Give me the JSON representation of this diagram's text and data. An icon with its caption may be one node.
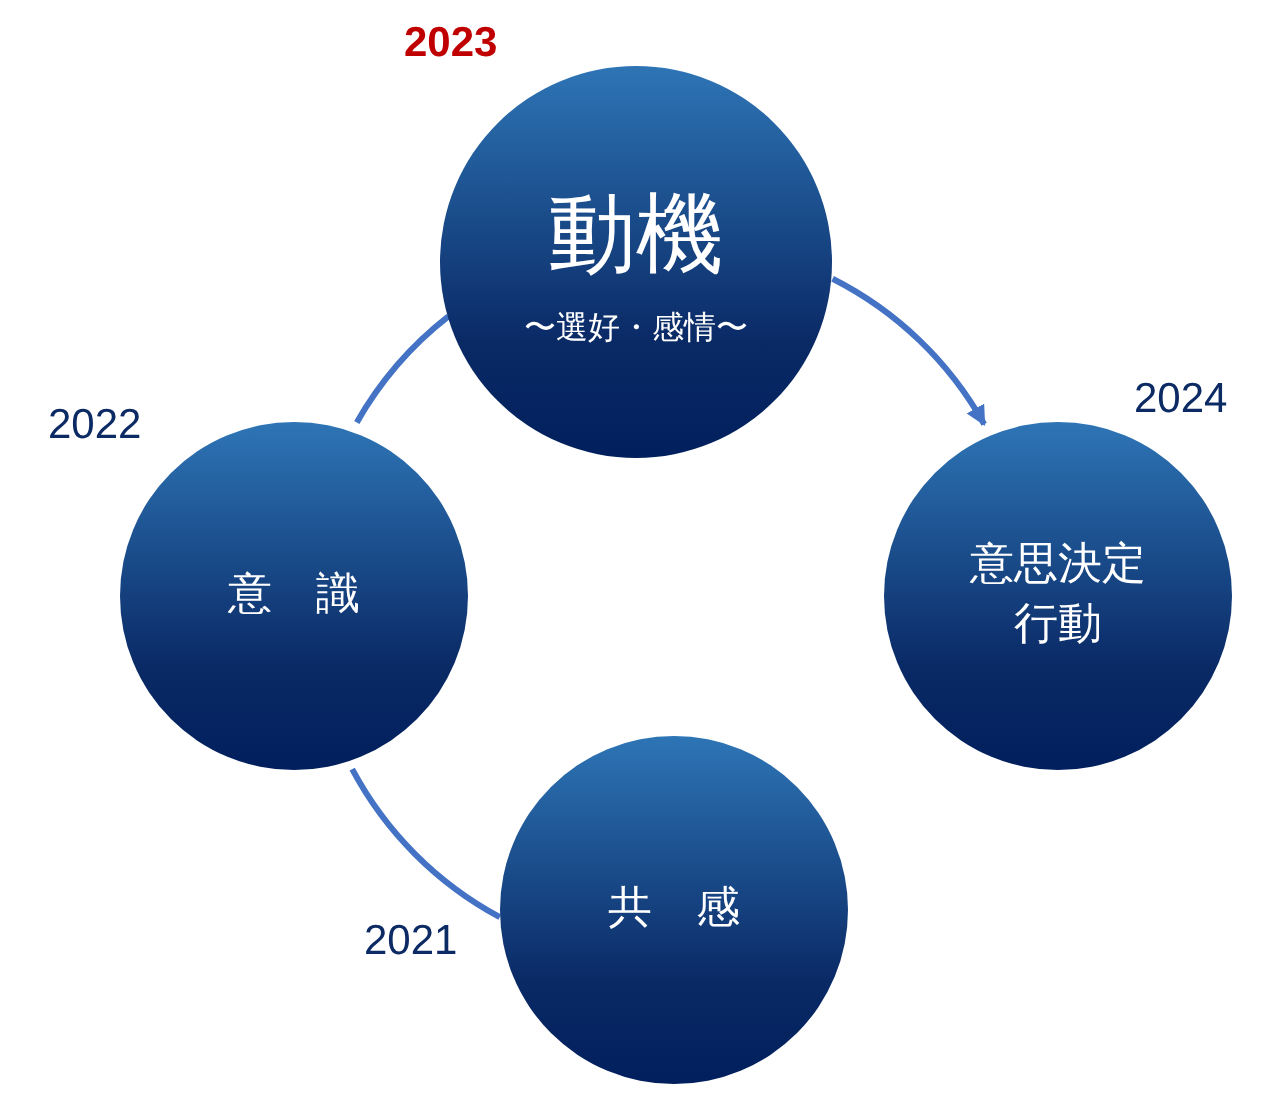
{
  "diagram": {
    "nodes": [
      {
        "text": [
          "動機",
          "〜選好・感情〜"
        ],
        "beside": [
          "2023"
        ]
      },
      {
        "text": [
          "意　識"
        ],
        "beside": [
          "2022"
        ]
      },
      {
        "text": [
          "意思決定行動"
        ],
        "beside": [
          "2024"
        ]
      },
      {
        "text": [
          "共　感"
        ],
        "beside": [
          "2021"
        ]
      }
    ],
    "edges": [
      {
        "from": 3,
        "to": 1,
        "arrow": "none"
      },
      {
        "from": 1,
        "to": 0,
        "arrow": "none"
      },
      {
        "from": 0,
        "to": 2,
        "arrow": "to"
      }
    ]
  }
}
